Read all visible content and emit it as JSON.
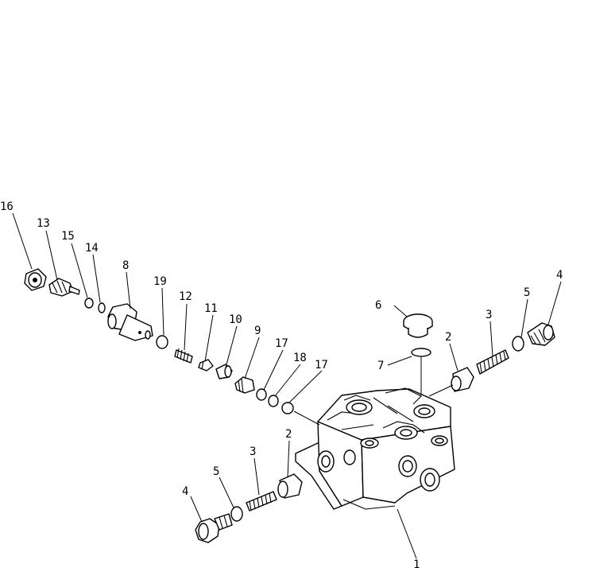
{
  "callouts": {
    "c1": "1",
    "c2a": "2",
    "c2b": "2",
    "c3a": "3",
    "c3b": "3",
    "c4a": "4",
    "c4b": "4",
    "c5a": "5",
    "c5b": "5",
    "c6": "6",
    "c7": "7",
    "c8": "8",
    "c9": "9",
    "c10": "10",
    "c11": "11",
    "c12": "12",
    "c13": "13",
    "c14": "14",
    "c15": "15",
    "c16": "16",
    "c17a": "17",
    "c17b": "17",
    "c18": "18",
    "c19": "19"
  }
}
